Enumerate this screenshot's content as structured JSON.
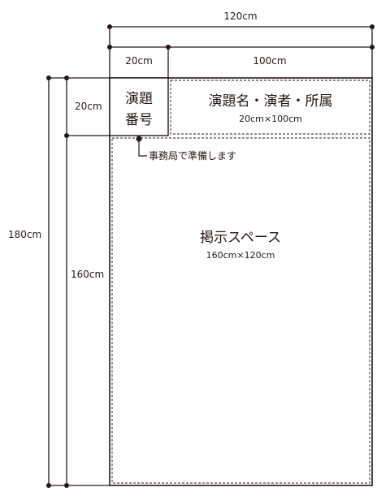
{
  "dimensions": {
    "total_width": "120cm",
    "number_width": "20cm",
    "title_width": "100cm",
    "total_height": "180cm",
    "header_height": "20cm",
    "body_height": "160cm"
  },
  "number_box": {
    "line1": "演題",
    "line2": "番号",
    "note": "事務局で準備します"
  },
  "title_box": {
    "label": "演題名・演者・所属",
    "size": "20cm×100cm"
  },
  "poster_space": {
    "label": "掲示スペース",
    "size": "160cm×120cm"
  }
}
